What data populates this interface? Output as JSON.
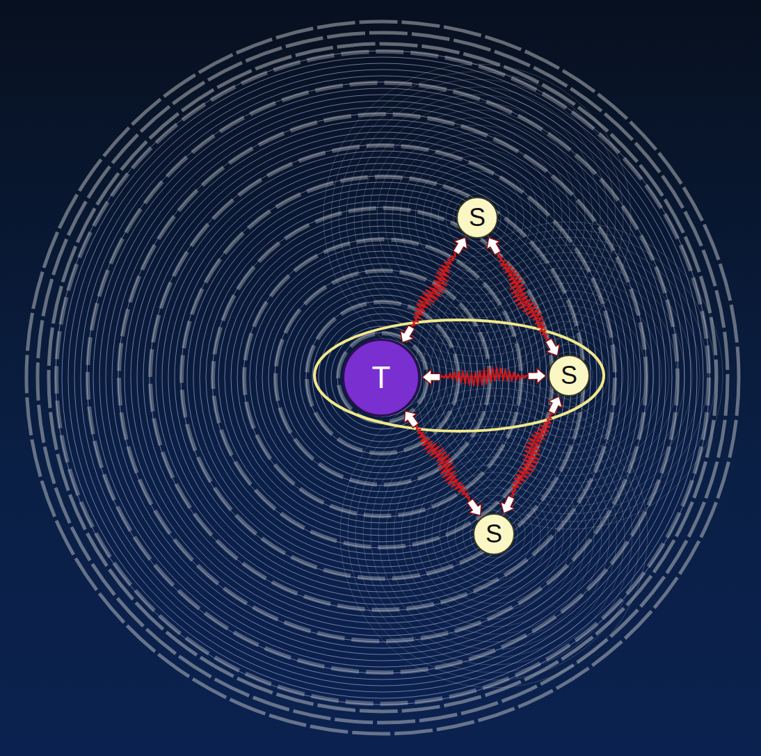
{
  "diagram": {
    "nodes": [
      {
        "text": [
          "S"
        ]
      },
      {
        "text": [
          "T"
        ]
      },
      {
        "text": [
          "S"
        ]
      },
      {
        "text": [
          "S"
        ]
      }
    ],
    "edges": [
      {
        "from": 1,
        "to": 0,
        "arrow": "both"
      },
      {
        "from": 1,
        "to": 2,
        "arrow": "both"
      },
      {
        "from": 1,
        "to": 3,
        "arrow": "both"
      },
      {
        "from": 0,
        "to": 2,
        "arrow": "both"
      },
      {
        "from": 3,
        "to": 2,
        "arrow": "both"
      }
    ]
  }
}
